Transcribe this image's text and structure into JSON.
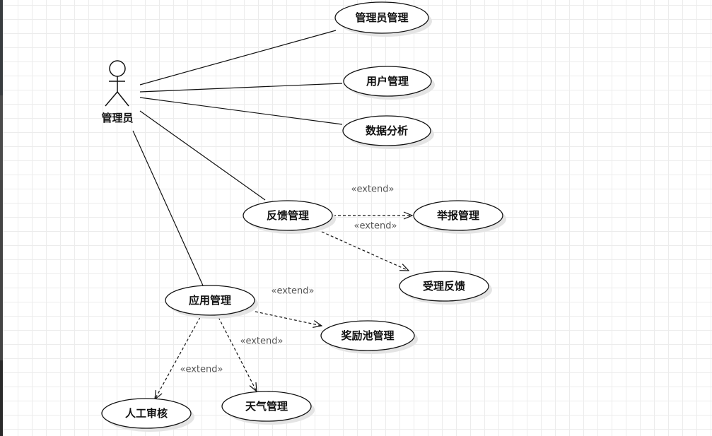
{
  "actor": {
    "label": "管理员"
  },
  "use_cases": {
    "admin_mgmt": "管理员管理",
    "user_mgmt": "用户管理",
    "data_analysis": "数据分析",
    "feedback_mgmt": "反馈管理",
    "report_mgmt": "举报管理",
    "handle_feedback": "受理反馈",
    "app_mgmt": "应用管理",
    "reward_pool_mgmt": "奖励池管理",
    "manual_review": "人工审核",
    "weather_mgmt": "天气管理"
  },
  "extend_labels": [
    "«extend»",
    "«extend»",
    "«extend»",
    "«extend»",
    "«extend»"
  ]
}
